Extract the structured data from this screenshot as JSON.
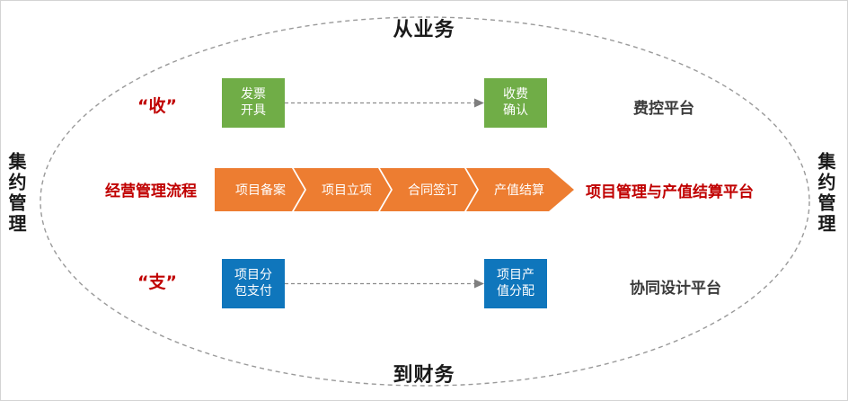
{
  "diagram": {
    "cycle": {
      "top_label": "从业务",
      "bottom_label": "到财务",
      "left_label": "集约管理",
      "right_label": "集约管理"
    },
    "rows": {
      "income": {
        "marker": "“收”",
        "box_start_line1": "发票",
        "box_start_line2": "开具",
        "box_end_line1": "收费",
        "box_end_line2": "确认",
        "platform": "费控平台",
        "color": "#70AD47"
      },
      "management": {
        "label": "经营管理流程",
        "steps": [
          "项目备案",
          "项目立项",
          "合同签订",
          "产值结算"
        ],
        "platform": "项目管理与产值结算平台",
        "color": "#ED7D31",
        "label_color": "#C00000"
      },
      "expense": {
        "marker": "“支”",
        "box_start_line1": "项目分",
        "box_start_line2": "包支付",
        "box_end_line1": "项目产",
        "box_end_line2": "值分配",
        "platform": "协同设计平台",
        "color": "#0F76BC"
      }
    },
    "style": {
      "ellipse_stroke": "#9a9a9a",
      "connector_stroke": "#8c8c8c",
      "background": "#ffffff"
    }
  }
}
